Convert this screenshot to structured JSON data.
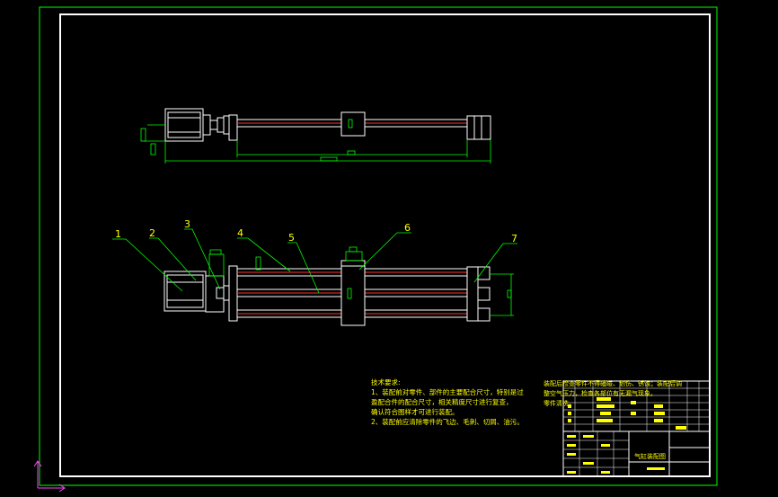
{
  "drawing": {
    "part_numbers": [
      "1",
      "2",
      "3",
      "4",
      "5",
      "6",
      "7"
    ],
    "technical_requirements": {
      "heading": "技术要求:",
      "lines": [
        "1、装配前对零件、部件的主要配合尺寸，特别是过",
        "盈配合件的配合尺寸，相关精度尺寸进行复查，",
        "确认符合图样才可进行装配。",
        "2、装配前应清除零件的飞边、毛刺、切屑、油污。"
      ]
    },
    "right_notes": {
      "lines": [
        "装配后检查零件不得磕碰、划伤、锈蚀；装配后调",
        "整空气压力，检查各部位有无漏气现象。",
        "零件清洗。"
      ]
    },
    "title_block": {
      "drawing_title": "气缸装配图"
    }
  }
}
